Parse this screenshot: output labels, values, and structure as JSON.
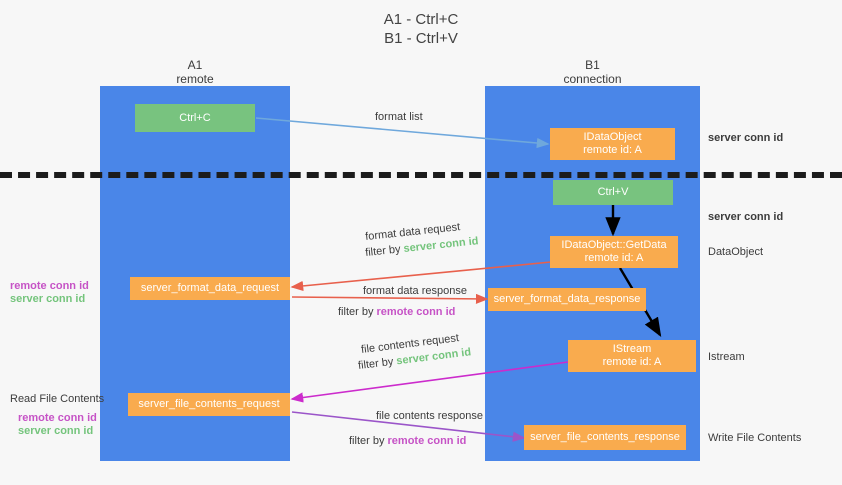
{
  "title_lines": [
    "A1 - Ctrl+C",
    "B1 - Ctrl+V"
  ],
  "colors": {
    "lane": "#4a86e8",
    "green_node": "#78c37f",
    "orange_node": "#f9ab4e",
    "server_conn_id": "#74c47c",
    "remote_conn_id": "#c653c6",
    "arrow_blue": "#6fa8dc",
    "arrow_red": "#e8604c",
    "arrow_magenta": "#cc2bcc",
    "arrow_purple": "#9b55c9",
    "arrow_black": "#000000",
    "background": "#f7f7f7"
  },
  "lanes": [
    {
      "name": "A1",
      "sub": "remote"
    },
    {
      "name": "B1",
      "sub": "connection"
    }
  ],
  "nodes": {
    "ctrl_c": {
      "line1": "Ctrl+C",
      "line2": ""
    },
    "idataobject": {
      "line1": "IDataObject",
      "line2": "remote id: A"
    },
    "ctrl_v": {
      "line1": "Ctrl+V",
      "line2": ""
    },
    "getdata": {
      "line1": "IDataObject::GetData",
      "line2": "remote id: A"
    },
    "server_format_data_request": {
      "line1": "server_format_data_request",
      "line2": ""
    },
    "server_format_data_response": {
      "line1": "server_format_data_response",
      "line2": ""
    },
    "istream": {
      "line1": "IStream",
      "line2": "remote id: A"
    },
    "server_file_contents_request": {
      "line1": "server_file_contents_request",
      "line2": ""
    },
    "server_file_contents_response": {
      "line1": "server_file_contents_response",
      "line2": ""
    }
  },
  "edge_labels": {
    "format_list": "format list",
    "format_data_request": "format data request",
    "format_data_request_filter_prefix": "filter by ",
    "format_data_request_filter_key": "server conn id",
    "format_data_response": "format data response",
    "format_data_response_filter_prefix": "filter by ",
    "format_data_response_filter_key": "remote conn id",
    "file_contents_request": "file contents request",
    "file_contents_request_filter_prefix": "filter by ",
    "file_contents_request_filter_key": "server conn id",
    "file_contents_response": "file contents response",
    "file_contents_response_filter_prefix": "filter by ",
    "file_contents_response_filter_key": "remote conn id"
  },
  "right_notes": {
    "server_conn_id_1": "server conn id",
    "server_conn_id_2": "server conn id",
    "dataobject": "DataObject",
    "istream": "Istream",
    "write_file_contents": "Write File Contents"
  },
  "left_notes": {
    "pair1_remote": "remote conn id",
    "pair1_server": "server conn id",
    "read_file_contents": "Read File Contents",
    "pair2_remote": "remote conn id",
    "pair2_server": "server conn id"
  }
}
